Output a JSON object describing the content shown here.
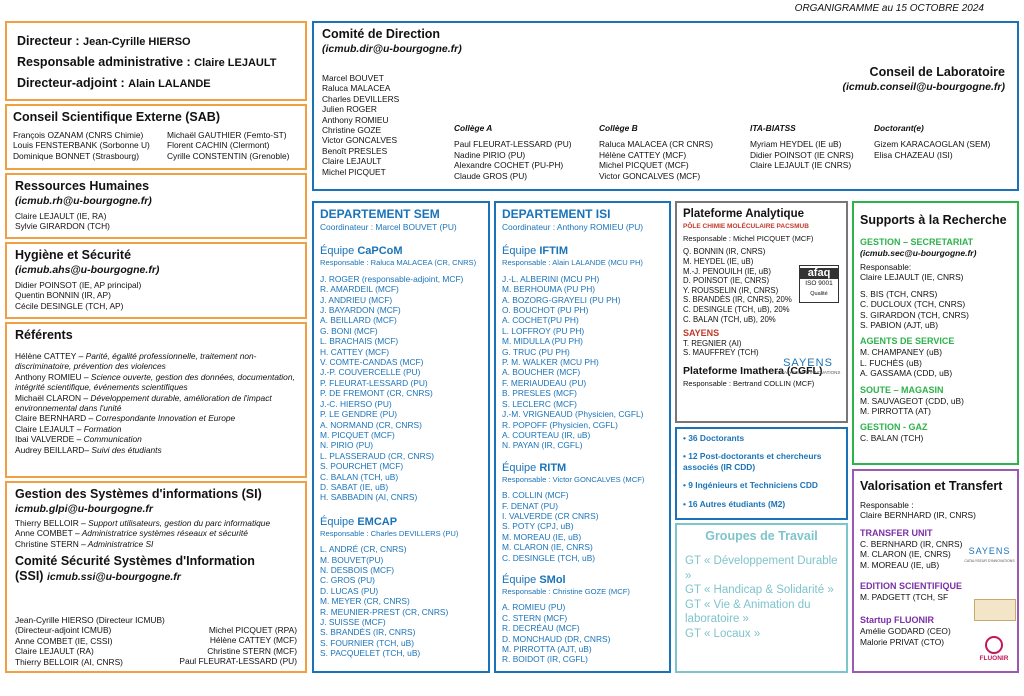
{
  "header": {
    "date": "ORGANIGRAMME au 15 OCTOBRE 2024"
  },
  "direction": {
    "l1_label": "Directeur : ",
    "l1_name": "Jean-Cyrille HIERSO",
    "l2_label": "Responsable administrative : ",
    "l2_name": "Claire LEJAULT",
    "l3_label": "Directeur-adjoint : ",
    "l3_name": "Alain LALANDE"
  },
  "sab": {
    "title": "Conseil Scientifique Externe (SAB)",
    "left": [
      "François OZANAM (CNRS Chimie)",
      "Louis FENSTERBANK (Sorbonne U)",
      "Dominique BONNET (Strasbourg)"
    ],
    "right": [
      "Michaël GAUTHIER (Femto-ST)",
      "Florent CACHIN (Clermont)",
      "Cyrille CONSTENTIN (Grenoble)"
    ]
  },
  "rh": {
    "title": "Ressources Humaines",
    "email": "(icmub.rh@u-bourgogne.fr)",
    "people": [
      "Claire LEJAULT (IE, RA)",
      "Sylvie GIRARDON (TCH)"
    ]
  },
  "hs": {
    "title": "Hygiène et Sécurité",
    "email": "(icmub.ahs@u-bourgogne.fr)",
    "people": [
      "Didier POINSOT (IE, AP principal)",
      "Quentin BONNIN (IR, AP)",
      "Cécile DESINGLE (TCH, AP)"
    ]
  },
  "ref": {
    "title": "Référents",
    "items": [
      {
        "n": "Hélène CATTEY",
        "r": " – Parité, égalité professionnelle, traitement non-discriminatoire, prévention des violences"
      },
      {
        "n": "Anthony ROMIEU",
        "r": " – Science ouverte, gestion des données, documentation, intégrité scientifique, événements scientifiques"
      },
      {
        "n": "Michaël CLARON",
        "r": " –  Développement durable, amélioration de l'impact environnemental dans l'unité"
      },
      {
        "n": "Claire BERNHARD",
        "r": " – Correspondante Innovation et Europe"
      },
      {
        "n": "Claire LEJAULT",
        "r": "  – Formation"
      },
      {
        "n": "Ibai VALVERDE",
        "r": " – Communication"
      },
      {
        "n": "Audrey BEILLARD",
        "r": "– Suivi des étudiants"
      }
    ]
  },
  "si": {
    "title": "Gestion des Systèmes d'informations (SI)",
    "email": "icmub.glpi@u-bourgogne.fr",
    "items": [
      {
        "n": "Thierry BELLOIR",
        "r": " – Support utilisateurs, gestion du parc informatique"
      },
      {
        "n": "Anne COMBET",
        "r": " – Administratrice systèmes réseaux et sécurité"
      },
      {
        "n": "Christine STERN",
        "r": " – Administratrice SI"
      }
    ],
    "title2": "Comité Sécurité Systèmes d'Information",
    "title2b": "(SSI) ",
    "email2": "icmub.ssi@u-bourgogne.fr",
    "left": [
      "Jean-Cyrille HIERSO (Directeur ICMUB)",
      "(Directeur-adjoint ICMUB)",
      "Anne COMBET (IE, CSSI)",
      "Claire LEJAULT (RA)",
      "Thierry BELLOIR (AI, CNRS)"
    ],
    "right": [
      "Michel PICQUET (RPA)",
      "Hélène CATTEY (MCF)",
      "Christine STERN (MCF)",
      "Paul FLEURAT-LESSARD (PU)"
    ]
  },
  "cd": {
    "title": "Comité de Direction",
    "email": "(icmub.dir@u-bourgogne.fr)",
    "members": [
      "Marcel BOUVET",
      "Raluca MALACEA",
      "Charles DEVILLERS",
      "Julien ROGER",
      "Anthony ROMIEU",
      "Christine GOZE",
      "Victor GONCALVES",
      "Benoît PRESLES",
      "Claire LEJAULT",
      "Michel PICQUET"
    ],
    "cl_title": "Conseil de Laboratoire",
    "cl_email": "(icmub.conseil@u-bourgogne.fr)",
    "colleges": [
      {
        "t": "Collège A",
        "m": [
          "Paul FLEURAT-LESSARD (PU)",
          "Nadine PIRIO (PU)",
          "Alexandre COCHET (PU-PH)",
          "Claude GROS (PU)"
        ]
      },
      {
        "t": "Collège B",
        "m": [
          "Raluca MALACEA (CR CNRS)",
          "Hélène CATTEY (MCF)",
          "Michel PICQUET (MCF)",
          "Victor GONCALVES (MCF)"
        ]
      },
      {
        "t": "ITA-BIATSS",
        "m": [
          "Myriam HEYDEL (IE uB)",
          "Didier POINSOT (IE CNRS)",
          "Claire LEJAULT (IE CNRS)"
        ]
      },
      {
        "t": "Doctorant(e)",
        "m": [
          "Gizem KARACAOGLAN (SEM)",
          "Elisa CHAZEAU (ISI)"
        ]
      }
    ]
  },
  "sem": {
    "title": "DEPARTEMENT SEM",
    "coord": "Coordinateur : Marcel BOUVET (PU)",
    "teams": [
      {
        "p": "Équipe ",
        "n": "CaPCoM",
        "resp": "Responsable : Raluca MALACEA (CR, CNRS)",
        "m": [
          "J. ROGER (responsable-adjoint, MCF)",
          "R. AMARDEIL (MCF)",
          "J. ANDRIEU (MCF)",
          "J. BAYARDON (MCF)",
          "A. BEILLARD (MCF)",
          "G. BONI (MCF)",
          "L. BRACHAIS (MCF)",
          "H. CATTEY (MCF)",
          "V. COMTE-CANDAS (MCF)",
          "J.-P. COUVERCELLE (PU)",
          "P. FLEURAT-LESSARD (PU)",
          "P. DE FREMONT (CR, CNRS)",
          "J.-C. HIERSO (PU)",
          "P. LE GENDRE (PU)",
          "A. NORMAND (CR, CNRS)",
          "M. PICQUET (MCF)",
          "N. PIRIO (PU)",
          "L. PLASSERAUD (CR, CNRS)",
          "S. POURCHET (MCF)",
          "C. BALAN (TCH, uB)",
          "D. SABAT (IE, uB)",
          "H. SABBADIN (AI, CNRS)"
        ]
      },
      {
        "p": "Équipe ",
        "n": "EMCAP",
        "resp": "Responsable : Charles DEVILLERS (PU)",
        "m": [
          "L. ANDRÉ (CR, CNRS)",
          "M. BOUVET(PU)",
          "N. DESBOIS (MCF)",
          "C. GROS (PU)",
          "D. LUCAS (PU)",
          "M. MEYER (CR, CNRS)",
          "R. MEUNIER-PREST (CR, CNRS)",
          "J. SUISSE (MCF)",
          "S. BRANDÈS (IR, CNRS)",
          "S. FOURNIER (TCH, uB)",
          "S. PACQUELET (TCH, uB)"
        ]
      }
    ]
  },
  "isi": {
    "title": "DEPARTEMENT ISI",
    "coord": "Coordinateur : Anthony ROMIEU (PU)",
    "teams": [
      {
        "p": "Équipe ",
        "n": "IFTIM",
        "resp": "Responsable : Alain LALANDE (MCU PH)",
        "m": [
          "J.-L. ALBERINI (MCU PH)",
          "M. BERHOUMA (PU PH)",
          "A. BOZORG-GRAYELI (PU PH)",
          "O. BOUCHOT (PU PH)",
          "A. COCHET(PU PH)",
          "L. LOFFROY (PU PH)",
          "M. MIDULLA (PU PH)",
          "G. TRUC (PU PH)",
          "P. M. WALKER (MCU PH)",
          "A. BOUCHER (MCF)",
          "F. MERIAUDEAU (PU)",
          "B. PRESLES (MCF)",
          "S. LECLERC (MCF)",
          "J.-M. VRIGNEAUD (Physicien, CGFL)",
          "R. POPOFF (Physicien, CGFL)",
          "A. COURTEAU (IR, uB)",
          "N. PAYAN (IR, CGFL)"
        ]
      },
      {
        "p": "Équipe ",
        "n": "RITM",
        "resp": "Responsable : Victor GONCALVES (MCF)",
        "m": [
          "B. COLLIN (MCF)",
          "F. DENAT (PU)",
          "I. VALVERDE (CR CNRS)",
          "S. POTY (CPJ, uB)",
          "M. MOREAU (IE, uB)",
          "M. CLARON (IE, CNRS)",
          "C. DESINGLE (TCH, uB)"
        ]
      },
      {
        "p": "Équipe ",
        "n": "SMol",
        "resp": "Responsable : Christine GOZE (MCF)",
        "m": [
          "A. ROMIEU (PU)",
          "C. STERN (MCF)",
          "R. DECRÉAU (MCF)",
          "D. MONCHAUD (DR, CNRS)",
          "M. PIRROTTA (AJT, uB)",
          "R. BOIDOT (IR, CGFL)"
        ]
      }
    ]
  },
  "pa": {
    "title": "Plateforme Analytique",
    "sub": "PÔLE CHIMIE MOLÉCULAIRE PACSMUB",
    "resp": "Responsable : Michel PICQUET (MCF)",
    "m": [
      "Q. BONNIN (IR, CNRS)",
      "M. HEYDEL (IE, uB)",
      "M.-J. PENOUILH (IE, uB)",
      "D. POINSOT (IE, CNRS)",
      "Y. ROUSSELIN (IR, CNRS)",
      "S. BRANDÈS (IR, CNRS), 20%",
      "C. DESINGLE (TCH, uB), 20%",
      "C. BALAN (TCH, uB), 20%"
    ],
    "afaq": "afaq",
    "iso": "ISO 9001",
    "qual": "Qualité",
    "sayens": "SAYENS",
    "say_m": [
      "T. REGNIER (AI)",
      "S. MAUFFREY (TCH)"
    ],
    "say_logo": "SAYENS",
    "say_logo_sub": "CATALYSEUR D'INNOVATIONS",
    "imathera": "Plateforme Imathera (CGFL)",
    "im_resp": "Responsable : Bertrand COLLIN (MCF)"
  },
  "stats": [
    "• 36 Doctorants",
    "• 12 Post-doctorants et chercheurs associés (IR CDD)",
    "• 9 Ingénieurs et Techniciens CDD",
    "• 16 Autres étudiants (M2)"
  ],
  "gt": {
    "title": "Groupes de Travail",
    "items": [
      "GT « Développement Durable »",
      "GT « Handicap & Solidarité »",
      "GT « Vie & Animation du laboratoire »",
      "GT « Locaux »"
    ]
  },
  "sr": {
    "title": "Supports à la Recherche",
    "s1": "GESTION – SECRETARIAT",
    "s1_email": "(icmub.sec@u-bourgogne.fr)",
    "s1_resp": "Responsable:",
    "s1_rn": "Claire LEJAULT (IE, CNRS)",
    "s1_m": [
      "S. BIS (TCH, CNRS)",
      "C. DUCLOUX (TCH, CNRS)",
      "S. GIRARDON (TCH, CNRS)",
      "S. PABION (AJT, uB)"
    ],
    "s2": "AGENTS DE SERVICE",
    "s2_m": [
      "M. CHAMPANEY (uB)",
      "L. FUCHÈS (uB)",
      "A. GASSAMA (CDD, uB)"
    ],
    "s3": "SOUTE – MAGASIN",
    "s3_m": [
      "M. SAUVAGEOT (CDD, uB)",
      "M. PIRROTTA (AT)"
    ],
    "s4": "GESTION - GAZ",
    "s4_m": [
      "C. BALAN (TCH)"
    ]
  },
  "vt": {
    "title": "Valorisation et Transfert",
    "resp": "Responsable :",
    "rn": "Claire BERNHARD (IR, CNRS)",
    "s1": "TRANSFER UNIT",
    "s1_m": [
      "C. BERNHARD (IR, CNRS)",
      "M. CLARON (IE, CNRS)",
      "M. MOREAU (IE, uB)"
    ],
    "s2": "EDITION SCIENTIFIQUE",
    "s2_m": [
      "M. PADGETT (TCH, SF"
    ],
    "s3": "Startup  FLUONIR",
    "s3_m": [
      "Amélie GODARD (CEO)",
      "Malorie PRIVAT (CTO)"
    ],
    "fluonir": "FLUONIR"
  }
}
